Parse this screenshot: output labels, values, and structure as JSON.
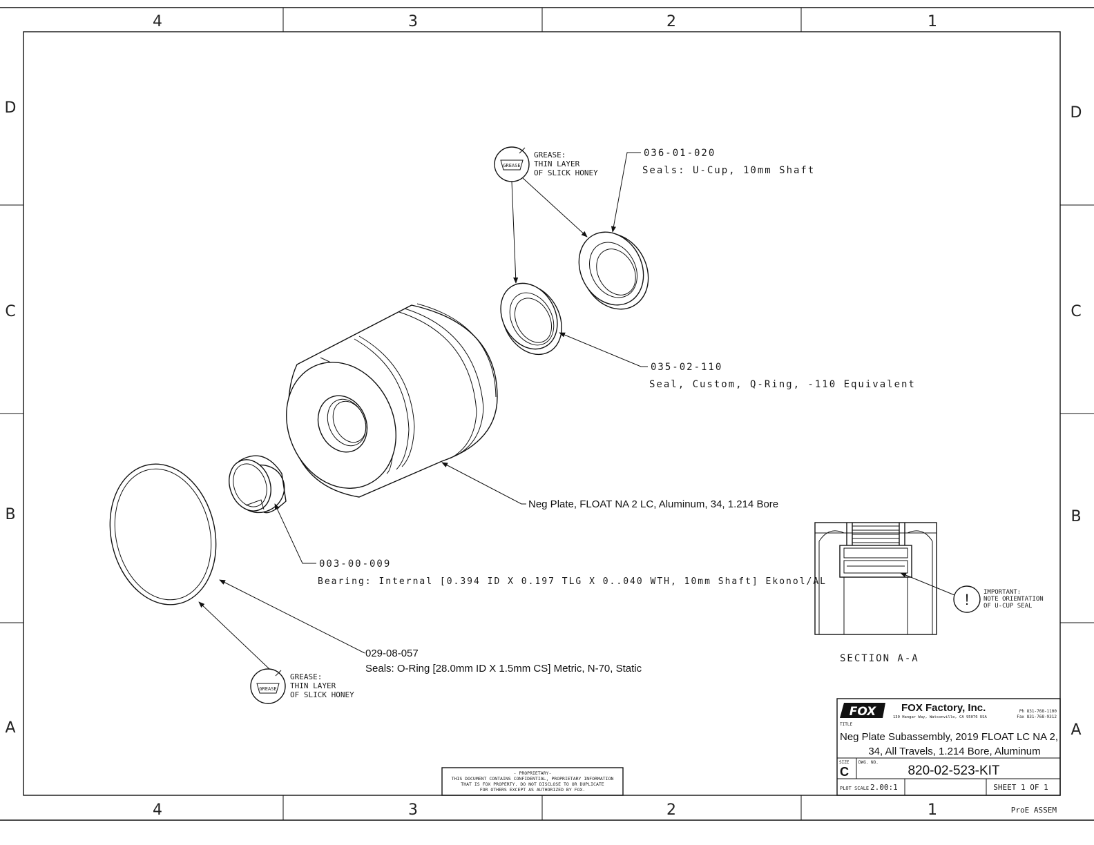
{
  "border": {
    "columns_top": [
      "4",
      "3",
      "2",
      "1"
    ],
    "columns_bottom": [
      "4",
      "3",
      "2",
      "1"
    ],
    "rows_left": [
      "D",
      "C",
      "B",
      "A"
    ],
    "rows_right": [
      "D",
      "C",
      "B",
      "A"
    ]
  },
  "callouts": {
    "grease_top": {
      "badge": "GREASE",
      "line1": "GREASE:",
      "line2": "THIN LAYER",
      "line3": "OF SLICK HONEY"
    },
    "grease_bottom": {
      "badge": "GREASE",
      "line1": "GREASE:",
      "line2": "THIN LAYER",
      "line3": "OF SLICK HONEY"
    },
    "ucup": {
      "number": "036-01-020",
      "desc": "Seals: U-Cup, 10mm Shaft"
    },
    "qring": {
      "number": "035-02-110",
      "desc": "Seal, Custom, Q-Ring, -110 Equivalent"
    },
    "negplate": {
      "desc": "Neg Plate, FLOAT NA 2 LC, Aluminum, 34, 1.214 Bore"
    },
    "bearing": {
      "number": "003-00-009",
      "desc": "Bearing: Internal [0.394 ID X 0.197 TLG X 0..040 WTH, 10mm Shaft] Ekonol/AL"
    },
    "oring": {
      "number": "029-08-057",
      "desc": "Seals: O-Ring [28.0mm ID X 1.5mm CS] Metric, N-70, Static"
    },
    "important": {
      "symbol": "!",
      "line1": "IMPORTANT:",
      "line2": "NOTE ORIENTATION",
      "line3": "OF U-CUP SEAL"
    }
  },
  "section": {
    "label": "SECTION  A-A"
  },
  "proprietary": {
    "line1": "- PROPRIETARY-",
    "line2": "THIS DOCUMENT CONTAINS CONFIDENTIAL, PROPRIETARY INFORMATION",
    "line3": "THAT IS FOX PROPERTY.  DO NOT DISCLOSE TO OR DUPLICATE",
    "line4": "FOR OTHERS EXCEPT AS AUTHORIZED BY FOX."
  },
  "title_block": {
    "logo": "FOX",
    "company": "FOX Factory, Inc.",
    "address": "130 Hangar Way, Watsonville, CA 95076 USA",
    "phone": "Ph 831-768-1100",
    "fax": "Fax 831-768-9312",
    "title_label": "TITLE",
    "title_line1": "Neg Plate Subassembly, 2019 FLOAT LC NA 2,",
    "title_line2": "34, All Travels, 1.214 Bore, Aluminum",
    "size_label": "SIZE",
    "size": "C",
    "dwg_label": "DWG. NO.",
    "dwg_no": "820-02-523-KIT",
    "plot_scale_label": "PLOT SCALE",
    "plot_scale": "2.00:1",
    "sheet": "SHEET 1 OF 1",
    "footer": "ProE ASSEM"
  },
  "colors": {
    "ink": "#111111",
    "paper": "#ffffff"
  }
}
